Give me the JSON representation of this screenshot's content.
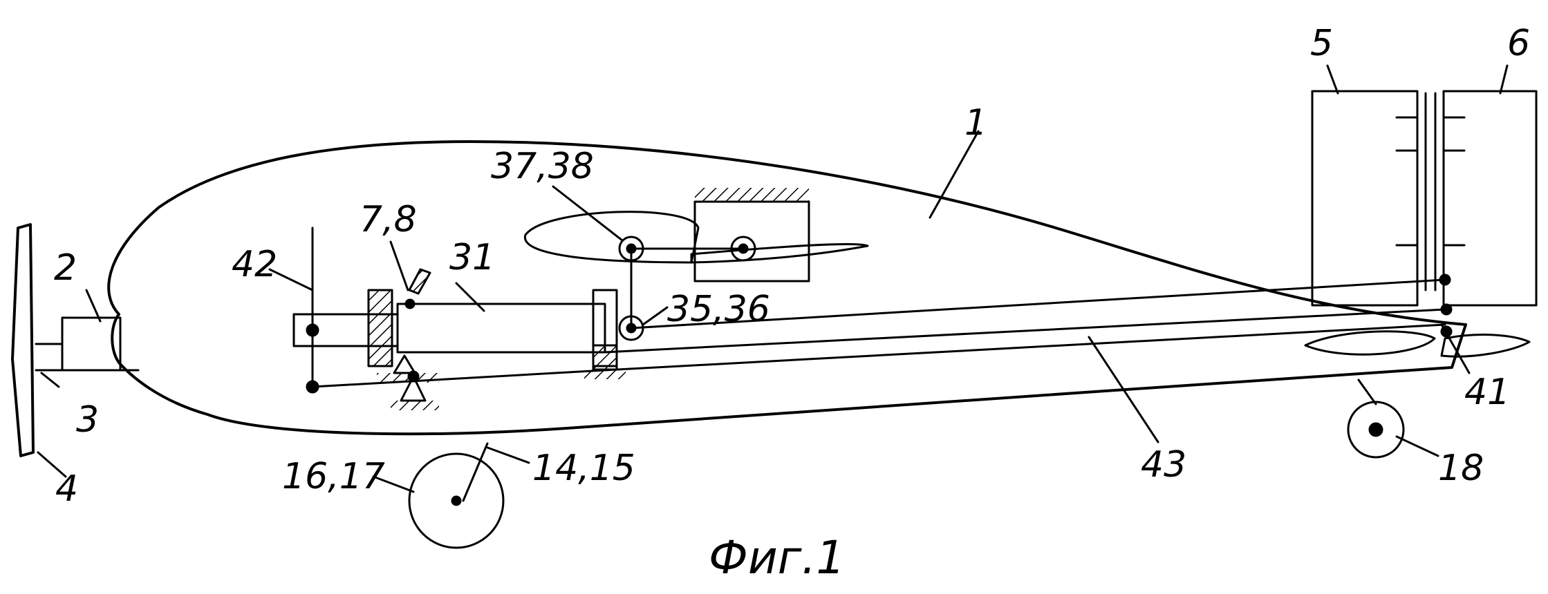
{
  "figure": {
    "caption": "Фиг.1",
    "labels": {
      "fuselage": "1",
      "engine": "2",
      "shaft": "3",
      "propeller": "4",
      "tail_fin_left": "5",
      "tail_fin_right": "6",
      "mechanism_7_8": "7,8",
      "strut_14_15": "14,15",
      "main_wheels": "16,17",
      "tail_wheel": "18",
      "cylinder": "31",
      "crank_35_36": "35,36",
      "wing_pivot": "37,38",
      "joint_41": "41",
      "lever_42": "42",
      "rod_43": "43"
    }
  }
}
